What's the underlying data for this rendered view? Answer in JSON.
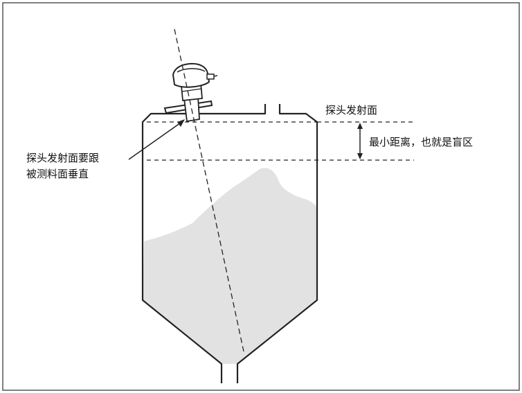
{
  "labels": {
    "emitting_face": "探头发射面",
    "blind_zone": "最小距离，也就是盲区",
    "perpendicular_line1": "探头发射面要跟",
    "perpendicular_line2": "被测料面垂直"
  },
  "colors": {
    "stroke": "#222222",
    "material_fill": "#e2e2e2",
    "frame": "#555555",
    "background": "#ffffff"
  }
}
